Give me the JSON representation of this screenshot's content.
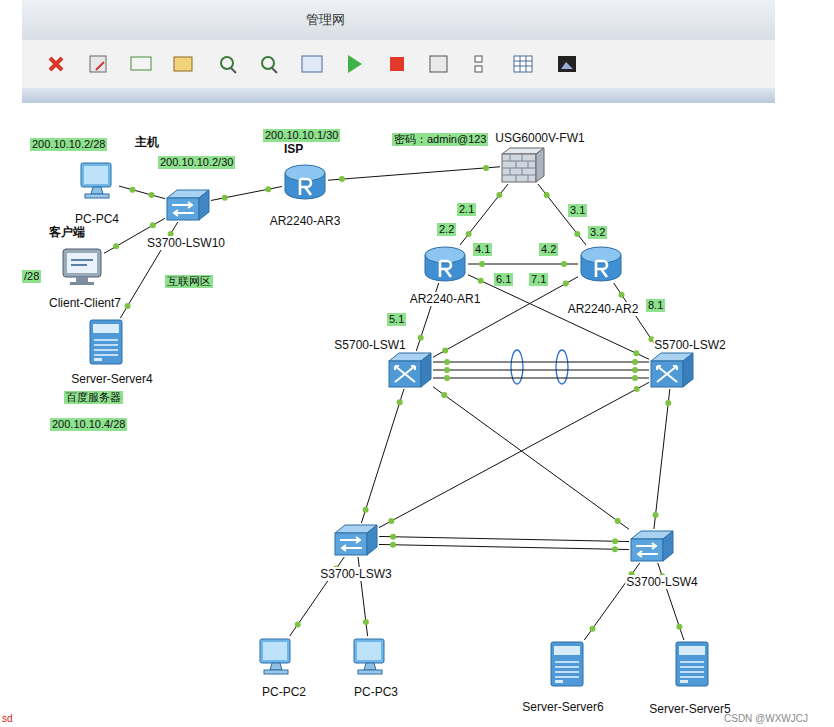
{
  "diagram": {
    "title": "管理网",
    "nodes": [
      {
        "text": [
          "PC-PC4"
        ]
      },
      {
        "text": [
          "S3700-LSW10"
        ]
      },
      {
        "text": [
          "Client-Client7"
        ]
      },
      {
        "text": [
          "Server-Server4"
        ]
      },
      {
        "text": [
          "AR2240-AR3"
        ]
      },
      {
        "text": [
          "USG6000V-FW1"
        ]
      },
      {
        "text": [
          "AR2240-AR1"
        ]
      },
      {
        "text": [
          "AR2240-AR2"
        ]
      },
      {
        "text": [
          "S5700-LSW1"
        ]
      },
      {
        "text": [
          "S5700-LSW2"
        ]
      },
      {
        "text": [
          "S3700-LSW3"
        ]
      },
      {
        "text": [
          "S3700-LSW4"
        ]
      },
      {
        "text": [
          "PC-PC2"
        ]
      },
      {
        "text": [
          "PC-PC3"
        ]
      },
      {
        "text": [
          "Server-Server6"
        ]
      },
      {
        "text": [
          "Server-Server5"
        ]
      }
    ],
    "edges": [
      {
        "from": 0,
        "to": 1,
        "arrow": "none"
      },
      {
        "from": 2,
        "to": 1,
        "arrow": "none"
      },
      {
        "from": 3,
        "to": 1,
        "arrow": "none"
      },
      {
        "from": 1,
        "to": 4,
        "arrow": "none"
      },
      {
        "from": 4,
        "to": 5,
        "arrow": "none"
      },
      {
        "from": 5,
        "to": 6,
        "arrow": "none"
      },
      {
        "from": 5,
        "to": 7,
        "arrow": "none"
      },
      {
        "from": 6,
        "to": 7,
        "arrow": "none"
      },
      {
        "from": 6,
        "to": 8,
        "arrow": "none"
      },
      {
        "from": 6,
        "to": 9,
        "arrow": "none"
      },
      {
        "from": 7,
        "to": 8,
        "arrow": "none"
      },
      {
        "from": 7,
        "to": 9,
        "arrow": "none"
      },
      {
        "from": 8,
        "to": 9,
        "arrow": "none"
      },
      {
        "from": 8,
        "to": 9,
        "arrow": "none"
      },
      {
        "from": 8,
        "to": 9,
        "arrow": "none"
      },
      {
        "from": 8,
        "to": 10,
        "arrow": "none"
      },
      {
        "from": 8,
        "to": 11,
        "arrow": "none"
      },
      {
        "from": 9,
        "to": 10,
        "arrow": "none"
      },
      {
        "from": 9,
        "to": 11,
        "arrow": "none"
      },
      {
        "from": 10,
        "to": 11,
        "arrow": "none"
      },
      {
        "from": 10,
        "to": 11,
        "arrow": "none"
      },
      {
        "from": 10,
        "to": 12,
        "arrow": "none"
      },
      {
        "from": 10,
        "to": 13,
        "arrow": "none"
      },
      {
        "from": 11,
        "to": 14,
        "arrow": "none"
      },
      {
        "from": 11,
        "to": 15,
        "arrow": "none"
      }
    ],
    "labels": [
      "200.10.10.2/28",
      "主机",
      "200.10.10.2/30",
      "200.10.10.1/30",
      "ISP",
      "密码：admin@123",
      "客户端",
      "/28",
      "互联网区",
      "百度服务器",
      "200.10.10.4/28",
      "2.1",
      "2.2",
      "4.1",
      "3.1",
      "3.2",
      "4.2",
      "6.1",
      "7.1",
      "5.1",
      "8.1",
      "CSDN @WXWJCJ",
      "sd"
    ]
  }
}
